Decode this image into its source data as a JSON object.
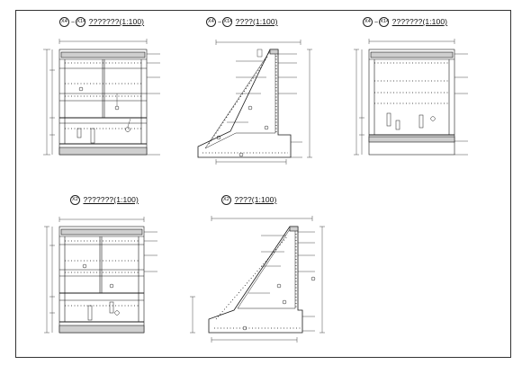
{
  "views": [
    {
      "code": "X4",
      "sep": "~",
      "code2": "X14",
      "name": "???????(1:100)"
    },
    {
      "code": "X4",
      "sep": "~",
      "code2": "X14",
      "name": "????(1:100)"
    },
    {
      "code": "X4",
      "sep": "~",
      "code2": "X14",
      "name": "???????(1:100)"
    },
    {
      "code": "X2",
      "sep": "",
      "code2": "",
      "name": "???????(1:100)"
    },
    {
      "code": "X2",
      "sep": "",
      "code2": "",
      "name": "????(1:100)"
    }
  ],
  "colors": {
    "line": "#1a1a1a",
    "frame": "#333333",
    "fill_dark": "#cfcfcf",
    "background": "#ffffff"
  }
}
